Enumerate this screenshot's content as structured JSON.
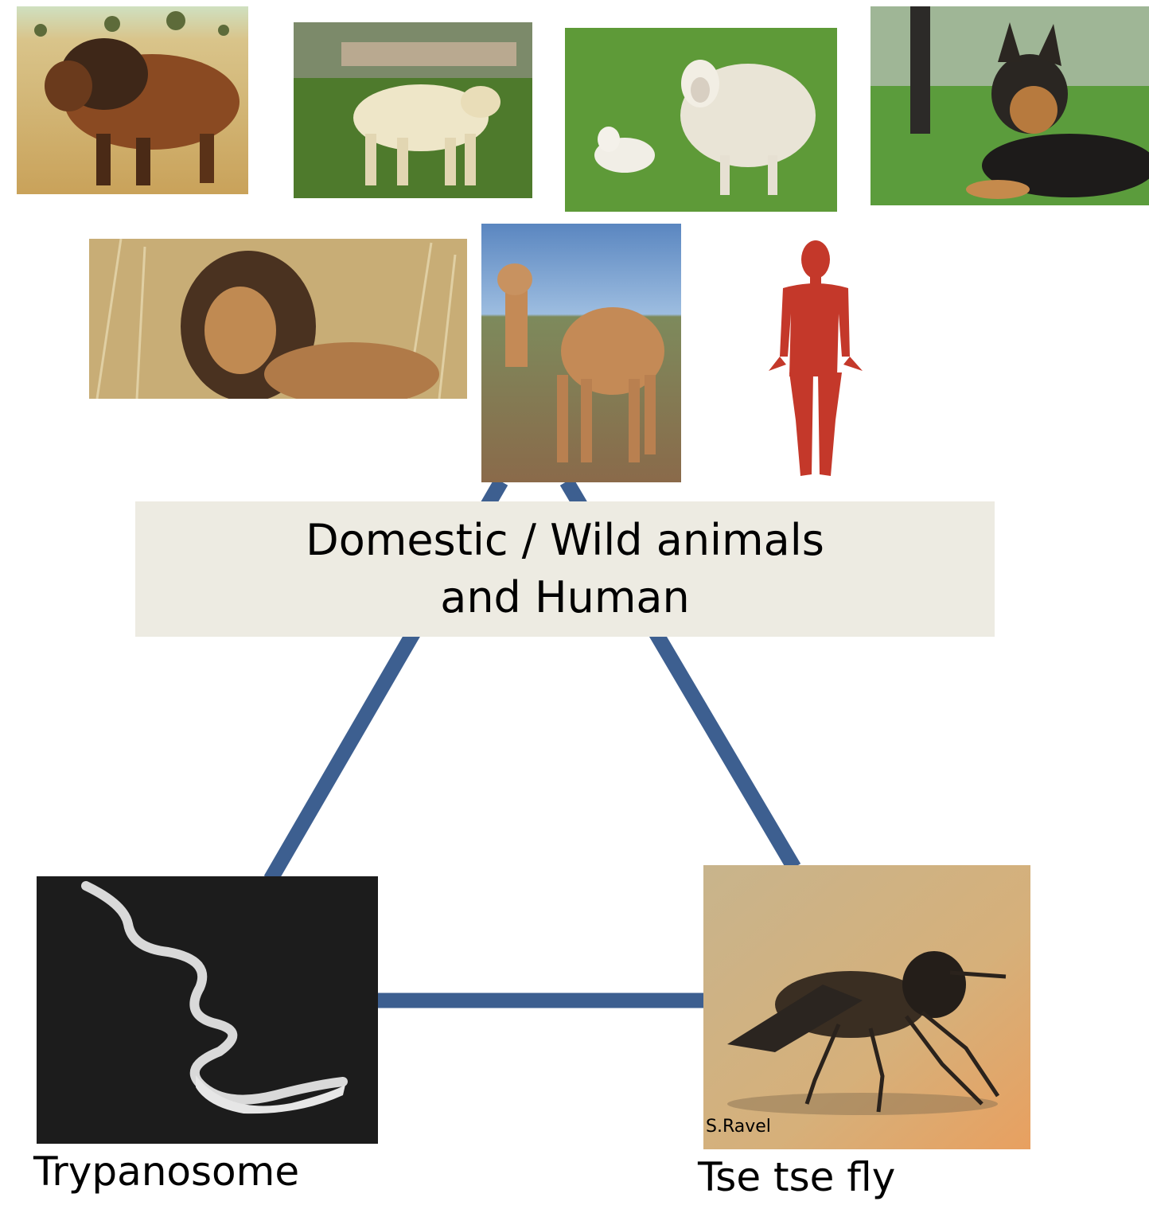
{
  "host_box": {
    "line1": "Domestic / Wild animals",
    "line2": "and Human"
  },
  "parasite": {
    "label": "Trypanosome"
  },
  "vector": {
    "label": "Tse tse fly",
    "photo_credit": "S.Ravel"
  },
  "images": [
    "zebu-bull-photo",
    "cow-photo",
    "sheep-and-lamb-photo",
    "puppy-photo",
    "lion-photo",
    "camel-photo",
    "human-figure-icon",
    "trypanosome-micrograph",
    "tsetse-fly-photo"
  ],
  "colors": {
    "triangle_line": "#3d5f90",
    "host_box_bg": "#edebe2",
    "human_figure": "#c4382a",
    "micrograph_bg": "#1c1c1c"
  }
}
